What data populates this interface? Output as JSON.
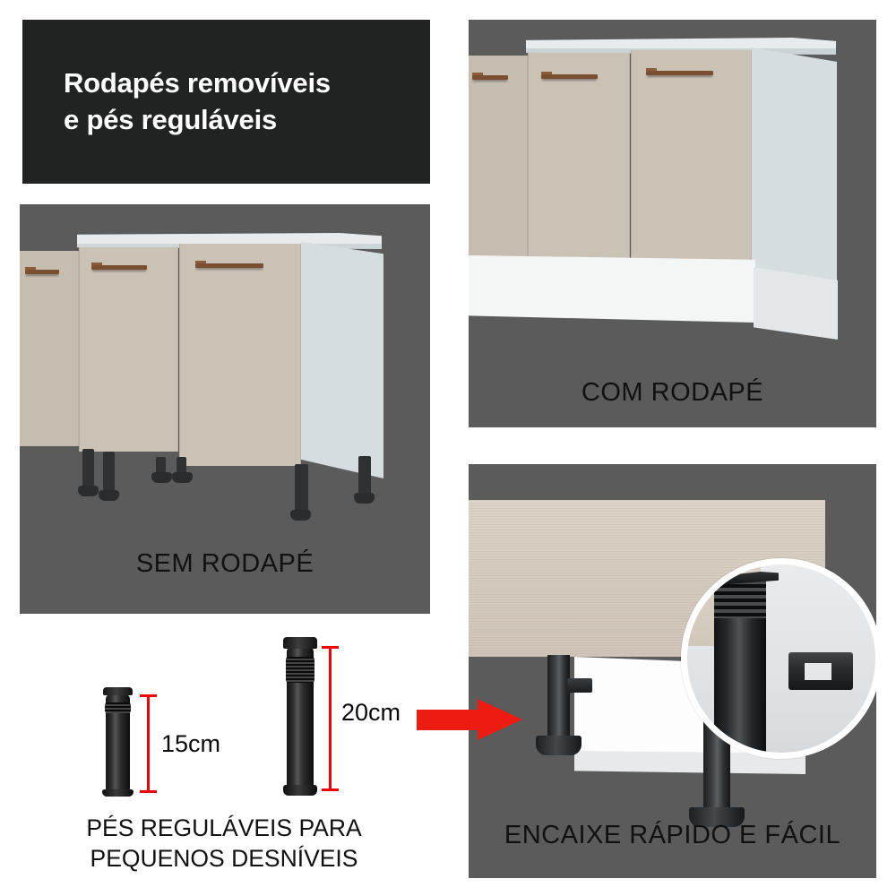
{
  "title": {
    "line1": "Rodapés removíveis",
    "line2": "e pés reguláveis",
    "background_color": "#212322",
    "text_color": "#ffffff"
  },
  "panels": [
    {
      "id": "sem-rodape",
      "caption": "SEM RODAPÉ",
      "description": "Kitchen base cabinet with three beige doors shown on adjustable black legs, no plinth",
      "background_color": "#5b5b5b"
    },
    {
      "id": "com-rodape",
      "caption": "COM RODAPÉ",
      "description": "Same kitchen base cabinet with white plinth / toe-kick installed",
      "background_color": "#5b5b5b"
    },
    {
      "id": "encaixe",
      "caption": "ENCAIXE RÁPIDO E FÁCIL",
      "description": "Close-up of plinth clipping onto the adjustable leg, with magnifier inset",
      "background_color": "#5b5b5b"
    }
  ],
  "legs_diagram": {
    "legs": [
      {
        "name": "short-leg",
        "measurement": "15cm"
      },
      {
        "name": "tall-leg",
        "measurement": "20cm"
      }
    ],
    "caption_line1": "PÉS REGULÁVEIS PARA",
    "caption_line2": "PEQUENOS DESNÍVEIS",
    "dimension_color": "#f00000"
  },
  "arrow": {
    "name": "red-right-arrow",
    "color": "#ee1b10"
  },
  "colors": {
    "panel_background": "#5b5b5b",
    "door": "#cbc2b6",
    "carcass": "#d6dde1",
    "countertop": "#e8ebed",
    "handle": "#7a4e30",
    "plinth": "#f4f5f5",
    "wood_panel": "#d5cabd",
    "leg": "#2a2c2e",
    "page_background": "#ffffff"
  }
}
